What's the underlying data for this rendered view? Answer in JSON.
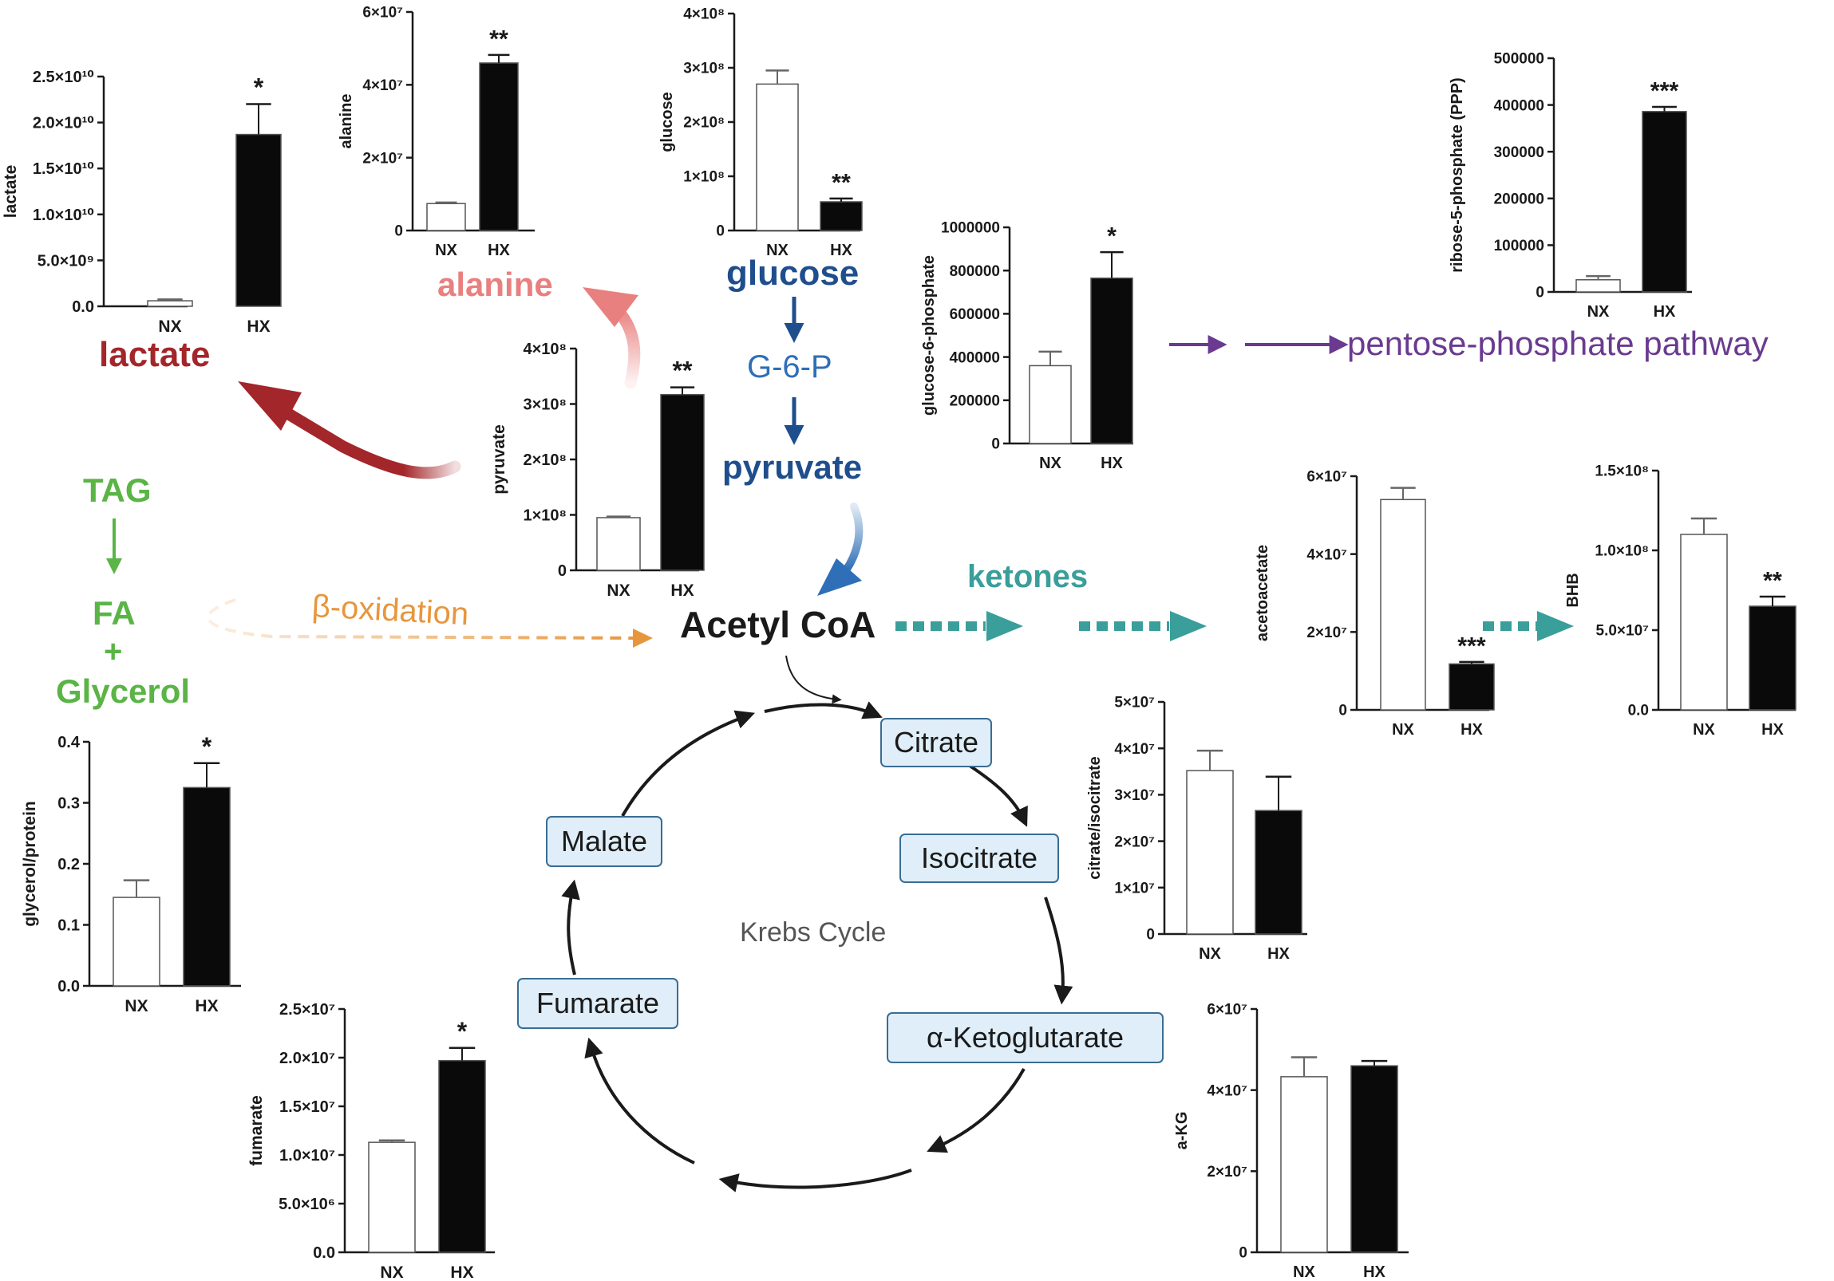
{
  "colors": {
    "lactate": "#a3262a",
    "alanine": "#e8807f",
    "glycolysis": "#1f4e8c",
    "g6p": "#2e6fb7",
    "ppp": "#6a3a90",
    "lipid": "#5ab446",
    "beta_oxidation": "#e8963d",
    "ketone": "#3a9e9a",
    "text": "#1a1a1a"
  },
  "pathway": {
    "lactate": "lactate",
    "alanine": "alanine",
    "glucose": "glucose",
    "g6p": "G-6-P",
    "pyruvate": "pyruvate",
    "acetyl_coa": "Acetyl CoA",
    "ketones": "ketones",
    "ppp": "pentose-phosphate pathway",
    "tag": "TAG",
    "fa": "FA",
    "plus": "+",
    "glycerol": "Glycerol",
    "beta_oxidation": "β-oxidation",
    "krebs": "Krebs Cycle",
    "cycle": [
      "Citrate",
      "Isocitrate",
      "α-Ketoglutarate",
      "Fumarate",
      "Malate"
    ]
  },
  "chart_data": [
    {
      "id": "lactate",
      "type": "bar",
      "ylabel": "lactate",
      "categories": [
        "NX",
        "HX"
      ],
      "values": [
        600000000.0,
        18700000000.0
      ],
      "errors": [
        150000000.0,
        3300000000.0
      ],
      "significance": "*",
      "yticks": [
        0,
        5000000000.0,
        10000000000.0,
        15000000000.0,
        20000000000.0,
        25000000000.0
      ],
      "ytick_labels": [
        "0.0",
        "5.0×10⁹",
        "1.0×10¹⁰",
        "1.5×10¹⁰",
        "2.0×10¹⁰",
        "2.5×10¹⁰"
      ],
      "ylim": [
        0,
        25000000000.0
      ]
    },
    {
      "id": "alanine",
      "type": "bar",
      "ylabel": "alanine",
      "categories": [
        "NX",
        "HX"
      ],
      "values": [
        7400000.0,
        46000000.0
      ],
      "errors": [
        300000.0,
        2200000.0
      ],
      "significance": "**",
      "yticks": [
        0,
        20000000.0,
        40000000.0,
        60000000.0
      ],
      "ytick_labels": [
        "0",
        "2×10⁷",
        "4×10⁷",
        "6×10⁷"
      ],
      "ylim": [
        0,
        60000000.0
      ]
    },
    {
      "id": "glucose",
      "type": "bar",
      "ylabel": "glucose",
      "categories": [
        "NX",
        "HX"
      ],
      "values": [
        270000000.0,
        53000000.0
      ],
      "errors": [
        25000000.0,
        6000000.0
      ],
      "significance": "**",
      "yticks": [
        0,
        100000000.0,
        200000000.0,
        300000000.0,
        400000000.0
      ],
      "ytick_labels": [
        "0",
        "1×10⁸",
        "2×10⁸",
        "3×10⁸",
        "4×10⁸"
      ],
      "ylim": [
        0,
        400000000.0
      ]
    },
    {
      "id": "pyruvate",
      "type": "bar",
      "ylabel": "pyruvate",
      "categories": [
        "NX",
        "HX"
      ],
      "values": [
        95000000.0,
        317000000.0
      ],
      "errors": [
        2000000.0,
        13000000.0
      ],
      "significance": "**",
      "yticks": [
        0,
        100000000.0,
        200000000.0,
        300000000.0,
        400000000.0
      ],
      "ytick_labels": [
        "0",
        "1×10⁸",
        "2×10⁸",
        "3×10⁸",
        "4×10⁸"
      ],
      "ylim": [
        0,
        400000000.0
      ]
    },
    {
      "id": "g6p",
      "type": "bar",
      "ylabel": "glucose-6-phosphate",
      "categories": [
        "NX",
        "HX"
      ],
      "values": [
        360000,
        765000
      ],
      "errors": [
        65000,
        120000
      ],
      "significance": "*",
      "yticks": [
        0,
        200000,
        400000,
        600000,
        800000,
        1000000
      ],
      "ytick_labels": [
        "0",
        "200000",
        "400000",
        "600000",
        "800000",
        "1000000"
      ],
      "ylim": [
        0,
        1000000
      ]
    },
    {
      "id": "r5p",
      "type": "bar",
      "ylabel": "ribose-5-phosphate (PPP)",
      "categories": [
        "NX",
        "HX"
      ],
      "values": [
        26000,
        386000
      ],
      "errors": [
        8000,
        10000
      ],
      "significance": "***",
      "yticks": [
        0,
        100000,
        200000,
        300000,
        400000,
        500000
      ],
      "ytick_labels": [
        "0",
        "100000",
        "200000",
        "300000",
        "400000",
        "500000"
      ],
      "ylim": [
        0,
        500000
      ]
    },
    {
      "id": "acetoacetate",
      "type": "bar",
      "ylabel": "acetoacetate",
      "categories": [
        "NX",
        "HX"
      ],
      "values": [
        54000000.0,
        11800000.0
      ],
      "errors": [
        3000000.0,
        500000.0
      ],
      "significance": "***",
      "yticks": [
        0,
        20000000.0,
        40000000.0,
        60000000.0
      ],
      "ytick_labels": [
        "0",
        "2×10⁷",
        "4×10⁷",
        "6×10⁷"
      ],
      "ylim": [
        0,
        60000000.0
      ]
    },
    {
      "id": "bhb",
      "type": "bar",
      "ylabel": "BHB",
      "categories": [
        "NX",
        "HX"
      ],
      "values": [
        110000000.0,
        65000000.0
      ],
      "errors": [
        10000000.0,
        6000000.0
      ],
      "significance": "**",
      "yticks": [
        0,
        50000000.0,
        100000000.0,
        150000000.0
      ],
      "ytick_labels": [
        "0.0",
        "5.0×10⁷",
        "1.0×10⁸",
        "1.5×10⁸"
      ],
      "ylim": [
        0,
        150000000.0
      ]
    },
    {
      "id": "glycerol",
      "type": "bar",
      "ylabel": "glycerol/protein",
      "categories": [
        "NX",
        "HX"
      ],
      "values": [
        0.145,
        0.325
      ],
      "errors": [
        0.028,
        0.04
      ],
      "significance": "*",
      "yticks": [
        0,
        0.1,
        0.2,
        0.3,
        0.4
      ],
      "ytick_labels": [
        "0.0",
        "0.1",
        "0.2",
        "0.3",
        "0.4"
      ],
      "ylim": [
        0,
        0.4
      ]
    },
    {
      "id": "citrate",
      "type": "bar",
      "ylabel": "citrate/isocitrate",
      "categories": [
        "NX",
        "HX"
      ],
      "values": [
        35200000.0,
        26600000.0
      ],
      "errors": [
        4300000.0,
        7300000.0
      ],
      "significance": "",
      "yticks": [
        0,
        10000000.0,
        20000000.0,
        30000000.0,
        40000000.0,
        50000000.0
      ],
      "ytick_labels": [
        "0",
        "1×10⁷",
        "2×10⁷",
        "3×10⁷",
        "4×10⁷",
        "5×10⁷"
      ],
      "ylim": [
        0,
        50000000.0
      ]
    },
    {
      "id": "akg",
      "type": "bar",
      "ylabel": "a-KG",
      "categories": [
        "NX",
        "HX"
      ],
      "values": [
        43300000.0,
        46000000.0
      ],
      "errors": [
        4800000.0,
        1200000.0
      ],
      "significance": "",
      "yticks": [
        0,
        20000000.0,
        40000000.0,
        60000000.0
      ],
      "ytick_labels": [
        "0",
        "2×10⁷",
        "4×10⁷",
        "6×10⁷"
      ],
      "ylim": [
        0,
        60000000.0
      ]
    },
    {
      "id": "fumarate",
      "type": "bar",
      "ylabel": "fumarate",
      "categories": [
        "NX",
        "HX"
      ],
      "values": [
        11300000.0,
        19700000.0
      ],
      "errors": [
        200000.0,
        1300000.0
      ],
      "significance": "*",
      "yticks": [
        0,
        5000000.0,
        10000000.0,
        15000000.0,
        20000000.0,
        25000000.0
      ],
      "ytick_labels": [
        "0.0",
        "5.0×10⁶",
        "1.0×10⁷",
        "1.5×10⁷",
        "2.0×10⁷",
        "2.5×10⁷"
      ],
      "ylim": [
        0,
        25000000.0
      ]
    }
  ]
}
